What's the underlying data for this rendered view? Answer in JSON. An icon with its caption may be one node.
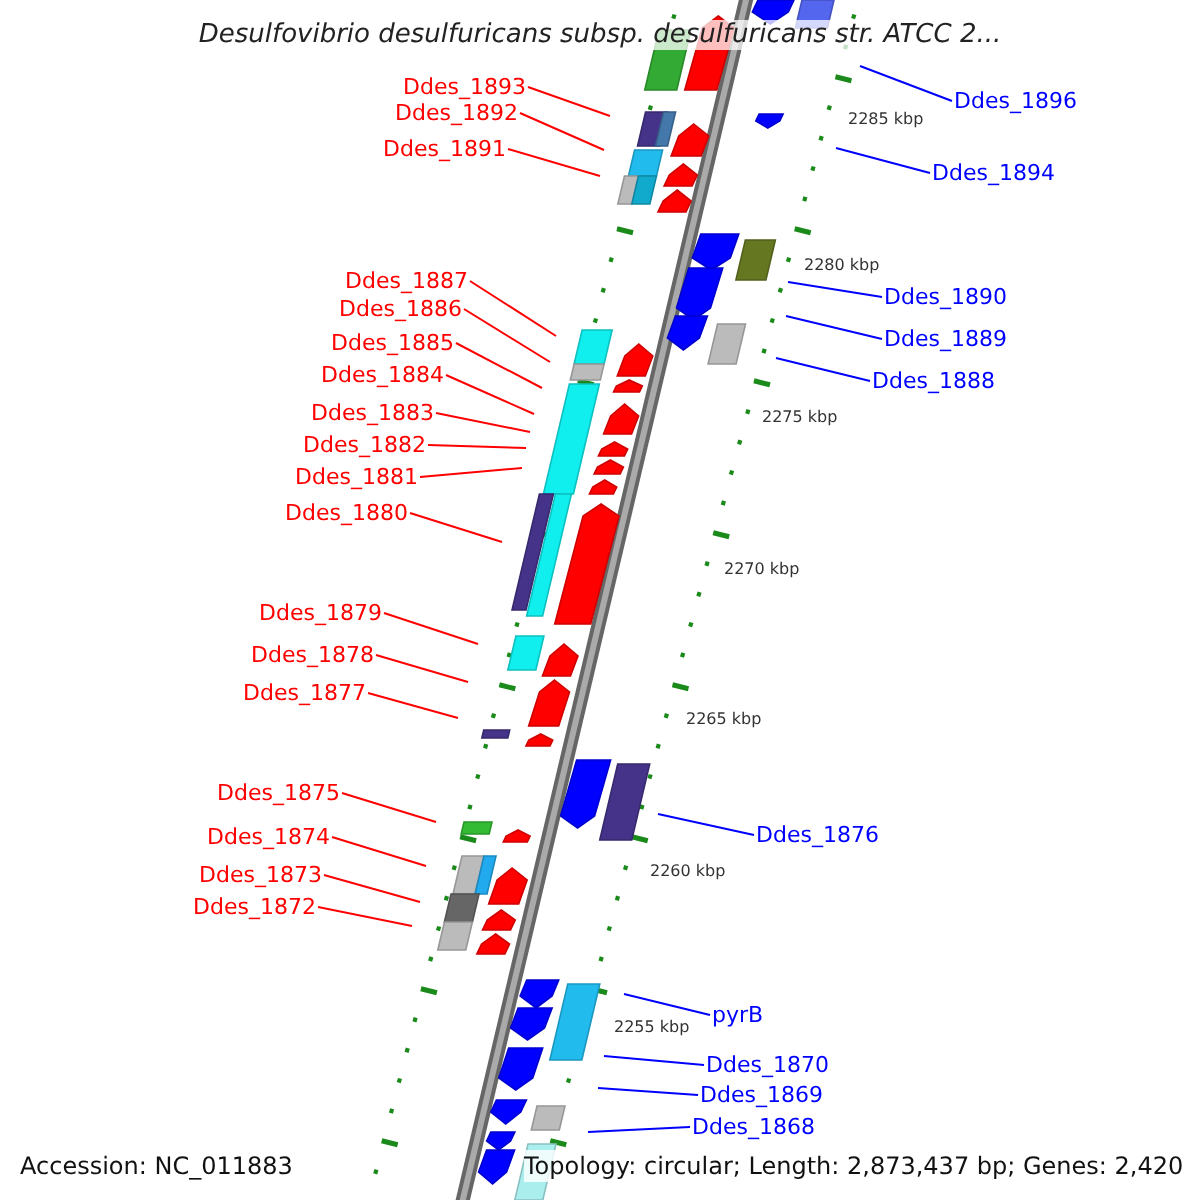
{
  "diagram": {
    "title": "Desulfovibrio desulfuricans subsp. desulfuricans str. ATCC 2...",
    "nodes": [
      {
        "text": [
          "Ddes_1893"
        ]
      },
      {
        "text": [
          "Ddes_1892"
        ]
      },
      {
        "text": [
          "Ddes_1891"
        ]
      },
      {
        "text": [
          "Ddes_1887"
        ]
      },
      {
        "text": [
          "Ddes_1886"
        ]
      },
      {
        "text": [
          "Ddes_1885"
        ]
      },
      {
        "text": [
          "Ddes_1884"
        ]
      },
      {
        "text": [
          "Ddes_1883"
        ]
      },
      {
        "text": [
          "Ddes_1882"
        ]
      },
      {
        "text": [
          "Ddes_1881"
        ]
      },
      {
        "text": [
          "Ddes_1880"
        ]
      },
      {
        "text": [
          "Ddes_1879"
        ]
      },
      {
        "text": [
          "Ddes_1878"
        ]
      },
      {
        "text": [
          "Ddes_1877"
        ]
      },
      {
        "text": [
          "Ddes_1875"
        ]
      },
      {
        "text": [
          "Ddes_1874"
        ]
      },
      {
        "text": [
          "Ddes_1873"
        ]
      },
      {
        "text": [
          "Ddes_1872"
        ]
      },
      {
        "text": [
          "Ddes_1896"
        ]
      },
      {
        "text": [
          "Ddes_1894"
        ]
      },
      {
        "text": [
          "Ddes_1890"
        ]
      },
      {
        "text": [
          "Ddes_1889"
        ]
      },
      {
        "text": [
          "Ddes_1888"
        ]
      },
      {
        "text": [
          "Ddes_1876"
        ]
      },
      {
        "text": [
          "pyrB"
        ]
      },
      {
        "text": [
          "Ddes_1870"
        ]
      },
      {
        "text": [
          "Ddes_1869"
        ]
      },
      {
        "text": [
          "Ddes_1868"
        ]
      }
    ],
    "edges": [
      {
        "from": 0,
        "to": null,
        "arrow": "none"
      },
      {
        "from": 1,
        "to": null,
        "arrow": "none"
      },
      {
        "from": 2,
        "to": null,
        "arrow": "none"
      },
      {
        "from": 3,
        "to": null,
        "arrow": "none"
      },
      {
        "from": 4,
        "to": null,
        "arrow": "none"
      },
      {
        "from": 5,
        "to": null,
        "arrow": "none"
      },
      {
        "from": 6,
        "to": null,
        "arrow": "none"
      },
      {
        "from": 7,
        "to": null,
        "arrow": "none"
      },
      {
        "from": 8,
        "to": null,
        "arrow": "none"
      },
      {
        "from": 9,
        "to": null,
        "arrow": "none"
      },
      {
        "from": 10,
        "to": null,
        "arrow": "none"
      },
      {
        "from": 11,
        "to": null,
        "arrow": "none"
      },
      {
        "from": 12,
        "to": null,
        "arrow": "none"
      },
      {
        "from": 13,
        "to": null,
        "arrow": "none"
      },
      {
        "from": 14,
        "to": null,
        "arrow": "none"
      },
      {
        "from": 15,
        "to": null,
        "arrow": "none"
      },
      {
        "from": 16,
        "to": null,
        "arrow": "none"
      },
      {
        "from": 17,
        "to": null,
        "arrow": "none"
      },
      {
        "from": 18,
        "to": null,
        "arrow": "none",
        "color": "#0000ff"
      },
      {
        "from": 19,
        "to": null,
        "arrow": "none",
        "color": "#0000ff"
      },
      {
        "from": 20,
        "to": null,
        "arrow": "none",
        "color": "#0000ff"
      },
      {
        "from": 21,
        "to": null,
        "arrow": "none",
        "color": "#0000ff"
      },
      {
        "from": 22,
        "to": null,
        "arrow": "none",
        "color": "#0000ff"
      },
      {
        "from": 23,
        "to": null,
        "arrow": "none",
        "color": "#0000ff"
      },
      {
        "from": 24,
        "to": null,
        "arrow": "none",
        "color": "#0000ff"
      },
      {
        "from": 25,
        "to": null,
        "arrow": "none",
        "color": "#0000ff"
      },
      {
        "from": 26,
        "to": null,
        "arrow": "none",
        "color": "#0000ff"
      },
      {
        "from": 27,
        "to": null,
        "arrow": "none",
        "color": "#0000ff"
      }
    ],
    "labels": [
      "2285 kbp",
      "2280 kbp",
      "2275 kbp",
      "2270 kbp",
      "2265 kbp",
      "2260 kbp",
      "2255 kbp",
      "Accession: NC_011883",
      "Topology: circular; Length: 2,873,437 bp; Genes: 2,420"
    ]
  }
}
